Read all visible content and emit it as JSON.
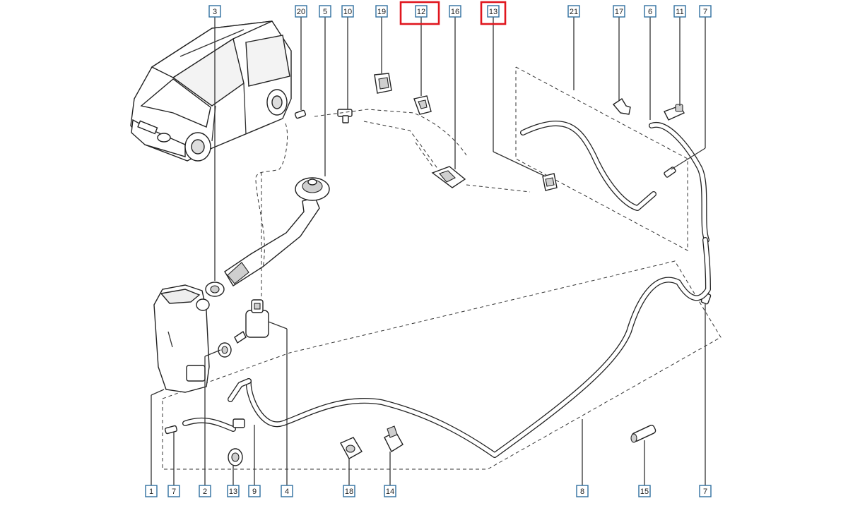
{
  "colors": {
    "callout_border": "#2f6f9f",
    "highlight": "#e0161e",
    "line": "#222222"
  },
  "callouts": {
    "top": [
      "3",
      "20",
      "5",
      "10",
      "19",
      "12",
      "16",
      "13",
      "21",
      "17",
      "6",
      "11",
      "7"
    ],
    "bottom": [
      "1",
      "7",
      "2",
      "13",
      "9",
      "4",
      "18",
      "14",
      "8",
      "15",
      "7"
    ]
  },
  "highlighted_callouts": [
    "12",
    "13"
  ]
}
